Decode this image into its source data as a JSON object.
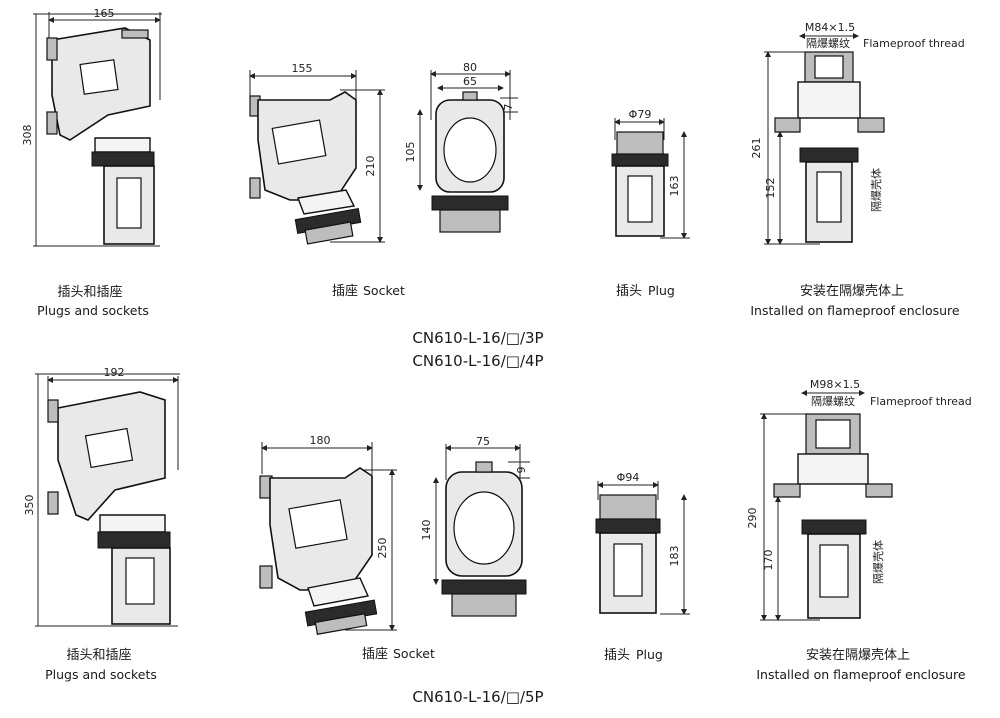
{
  "row1": {
    "combo": {
      "width": "165",
      "height": "308",
      "caption_cn": "插头和插座",
      "caption_en": "Plugs and sockets"
    },
    "socket": {
      "width": "155",
      "height": "210",
      "caption_cn": "插座",
      "caption_en": "Socket"
    },
    "side": {
      "w_outer": "80",
      "w_inner": "65",
      "h": "105",
      "top": "7"
    },
    "plug": {
      "diameter": "Φ79",
      "height": "163",
      "caption_cn": "插头",
      "caption_en": "Plug"
    },
    "install": {
      "thread": "M84×1.5",
      "thread_cn": "隔爆螺纹",
      "thread_en": "Flameproof thread",
      "total": "261",
      "lower": "152",
      "enclosure_cn": "隔爆壳体",
      "caption_cn": "安装在隔爆壳体上",
      "caption_en": "Installed on flameproof enclosure"
    },
    "models": [
      "CN610-L-16/□/3P",
      "CN610-L-16/□/4P"
    ]
  },
  "row2": {
    "combo": {
      "width": "192",
      "height": "350",
      "caption_cn": "插头和插座",
      "caption_en": "Plugs and sockets"
    },
    "socket": {
      "width": "180",
      "height": "250",
      "caption_cn": "插座",
      "caption_en": "Socket"
    },
    "side": {
      "w_outer": "75",
      "h": "140",
      "top": "9"
    },
    "plug": {
      "diameter": "Φ94",
      "height": "183",
      "caption_cn": "插头",
      "caption_en": "Plug"
    },
    "install": {
      "thread": "M98×1.5",
      "thread_cn": "隔爆螺纹",
      "thread_en": "Flameproof thread",
      "total": "290",
      "lower": "170",
      "enclosure_cn": "隔爆壳体",
      "caption_cn": "安装在隔爆壳体上",
      "caption_en": "Installed on flameproof enclosure"
    },
    "models": [
      "CN610-L-16/□/5P"
    ]
  }
}
